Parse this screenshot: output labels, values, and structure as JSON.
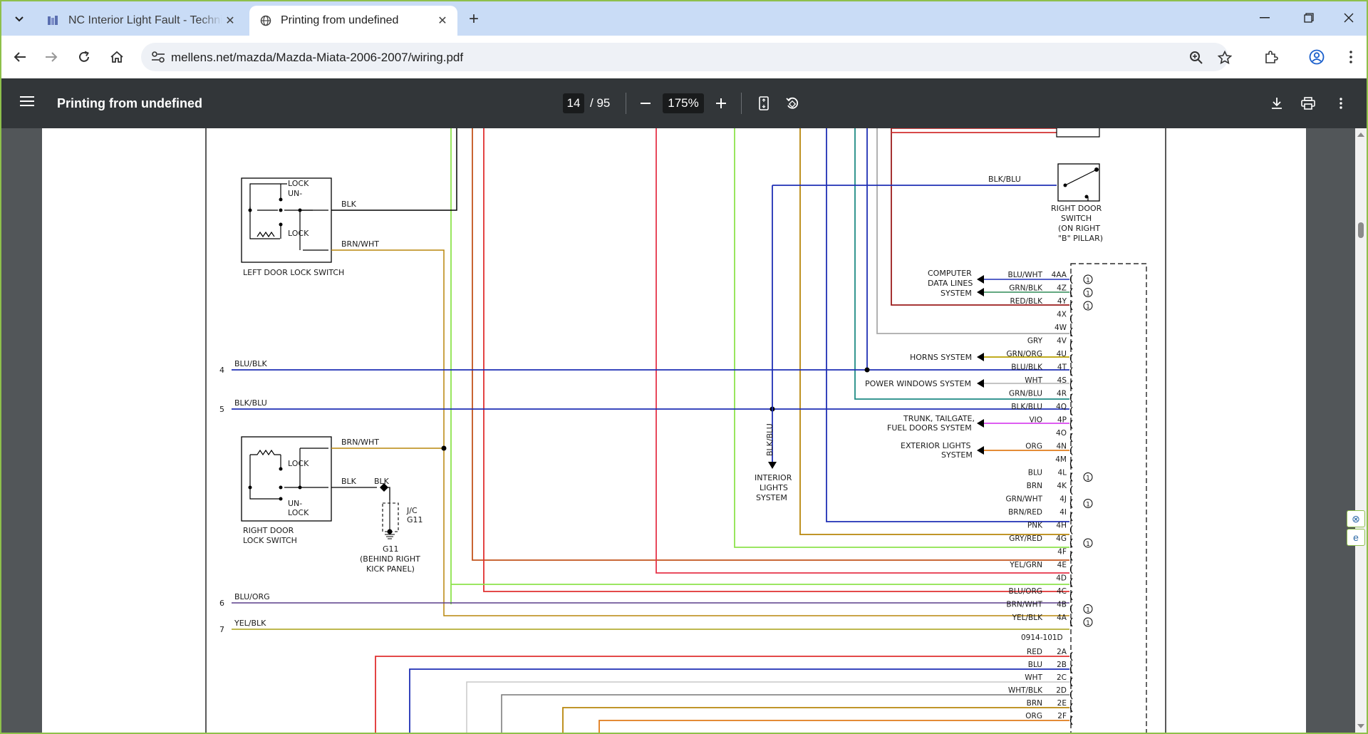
{
  "browser": {
    "tabs": [
      {
        "title": "NC Interior Light Fault - Technic",
        "active": false
      },
      {
        "title": "Printing from undefined",
        "active": true
      }
    ],
    "url": "mellens.net/mazda/Mazda-Miata-2006-2007/wiring.pdf"
  },
  "pdf": {
    "title": "Printing from undefined",
    "current_page": "14",
    "total_pages": "/ 95",
    "zoom": "175%"
  },
  "diagram": {
    "left_door_lock": {
      "lock": "LOCK",
      "unlock": "UN-",
      "lock2": "LOCK",
      "wire1": "BLK",
      "wire2": "BRN/WHT",
      "title": "LEFT DOOR LOCK SWITCH"
    },
    "right_door_lock": {
      "lock": "LOCK",
      "unlock1": "UN-",
      "unlock2": "LOCK",
      "wire1": "BRN/WHT",
      "wire2": "BLK",
      "wire3": "BLK",
      "title1": "RIGHT DOOR",
      "title2": "LOCK SWITCH"
    },
    "ground": {
      "jc": "J/C",
      "g11": "G11",
      "g11b": "G11",
      "loc1": "(BEHIND RIGHT",
      "loc2": "KICK PANEL)"
    },
    "right_door_switch": {
      "wire": "BLK/BLU",
      "l1": "RIGHT DOOR",
      "l2": "SWITCH",
      "l3": "(ON RIGHT",
      "l4": "\"B\" PILLAR)"
    },
    "row_labels": {
      "r4": "4",
      "r4wire": "BLU/BLK",
      "r5": "5",
      "r5wire": "BLK/BLU",
      "r6": "6",
      "r6wire": "BLU/ORG",
      "r7": "7",
      "r7wire": "YEL/BLK"
    },
    "vertical_label": "BLK/BLU",
    "interior": {
      "l1": "INTERIOR",
      "l2": "LIGHTS",
      "l3": "SYSTEM"
    },
    "systems": {
      "comp1": "COMPUTER",
      "comp2": "DATA LINES",
      "comp3": "SYSTEM",
      "horns": "HORNS SYSTEM",
      "power": "POWER WINDOWS SYSTEM",
      "trunk1": "TRUNK, TAILGATE,",
      "trunk2": "FUEL DOORS SYSTEM",
      "ext1": "EXTERIOR LIGHTS",
      "ext2": "SYSTEM"
    },
    "connector_pins": [
      {
        "wire": "BLU/WHT",
        "pin": "4AA"
      },
      {
        "wire": "GRN/BLK",
        "pin": "4Z"
      },
      {
        "wire": "RED/BLK",
        "pin": "4Y"
      },
      {
        "wire": "",
        "pin": "4X"
      },
      {
        "wire": "",
        "pin": "4W"
      },
      {
        "wire": "GRY",
        "pin": "4V"
      },
      {
        "wire": "GRN/ORG",
        "pin": "4U"
      },
      {
        "wire": "BLU/BLK",
        "pin": "4T"
      },
      {
        "wire": "WHT",
        "pin": "4S"
      },
      {
        "wire": "GRN/BLU",
        "pin": "4R"
      },
      {
        "wire": "BLK/BLU",
        "pin": "4Q"
      },
      {
        "wire": "VIO",
        "pin": "4P"
      },
      {
        "wire": "",
        "pin": "4O"
      },
      {
        "wire": "ORG",
        "pin": "4N"
      },
      {
        "wire": "",
        "pin": "4M"
      },
      {
        "wire": "BLU",
        "pin": "4L"
      },
      {
        "wire": "BRN",
        "pin": "4K"
      },
      {
        "wire": "GRN/WHT",
        "pin": "4J"
      },
      {
        "wire": "BRN/RED",
        "pin": "4I"
      },
      {
        "wire": "PNK",
        "pin": "4H"
      },
      {
        "wire": "GRY/RED",
        "pin": "4G"
      },
      {
        "wire": "",
        "pin": "4F"
      },
      {
        "wire": "YEL/GRN",
        "pin": "4E"
      },
      {
        "wire": "",
        "pin": "4D"
      },
      {
        "wire": "BLU/ORG",
        "pin": "4C"
      },
      {
        "wire": "BRN/WHT",
        "pin": "4B"
      },
      {
        "wire": "YEL/BLK",
        "pin": "4A"
      }
    ],
    "connector_part": "0914-101D",
    "lower_pins": [
      {
        "wire": "RED",
        "pin": "2A"
      },
      {
        "wire": "BLU",
        "pin": "2B"
      },
      {
        "wire": "WHT",
        "pin": "2C"
      },
      {
        "wire": "WHT/BLK",
        "pin": "2D"
      },
      {
        "wire": "BRN",
        "pin": "2E"
      },
      {
        "wire": "ORG",
        "pin": "2F"
      }
    ],
    "note_mark": "1"
  }
}
